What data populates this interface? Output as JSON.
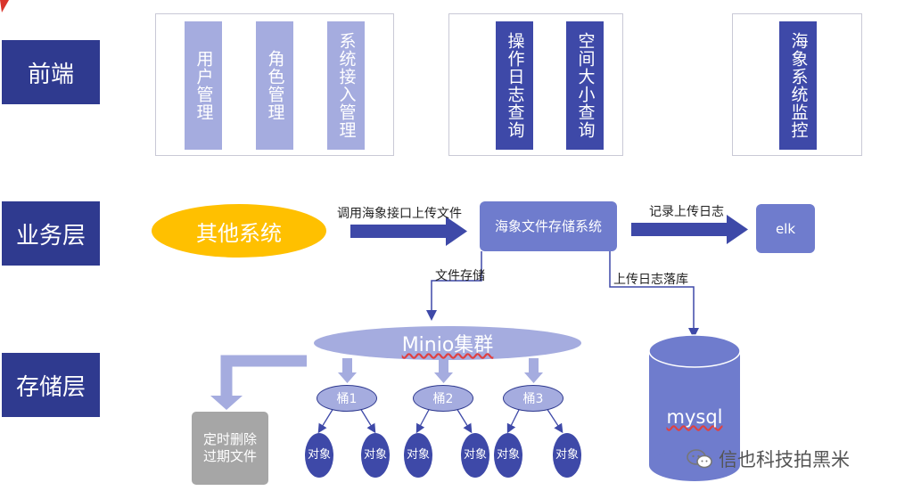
{
  "layers": {
    "frontend": "前端",
    "business": "业务层",
    "storage": "存储层"
  },
  "frontend_modules": {
    "user_mgmt": "用户管理",
    "role_mgmt": "角色管理",
    "system_access_mgmt": "系统接入管理",
    "op_log_query": "操作日志查询",
    "space_size_query": "空间大小查询",
    "hx_monitor": "海象系统监控"
  },
  "business": {
    "other_systems": "其他系统",
    "call_api_upload": "调用海象接口上传文件",
    "hx_storage_system": "海象文件存储系统",
    "record_upload_log": "记录上传日志",
    "elk": "elk",
    "file_storage": "文件存储",
    "upload_log_to_db": "上传日志落库"
  },
  "storage": {
    "minio_cluster": "Minio集群",
    "buckets": [
      "桶1",
      "桶2",
      "桶3"
    ],
    "object_label": "对象",
    "scheduled_delete": "定时删除过期文件",
    "mysql": "mysql"
  },
  "watermark": "信也科技拍黑米",
  "colors": {
    "layer_label": "#2f3a8f",
    "light_box": "#a5acdf",
    "mid_box": "#6f7ccd",
    "dark_box": "#3e49a8",
    "yellow": "#ffc000",
    "grey": "#a6a6a6"
  }
}
